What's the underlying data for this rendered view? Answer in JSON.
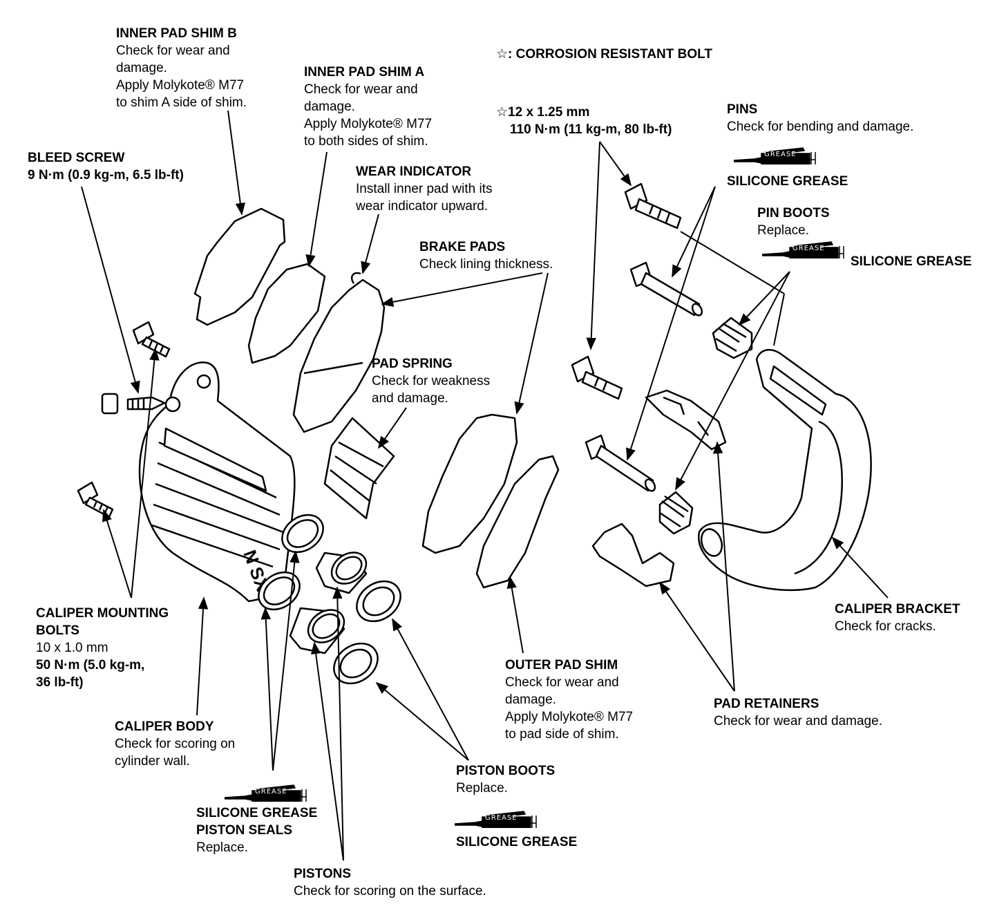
{
  "legend": {
    "symbol": "☆",
    "text": ": CORROSION RESISTANT BOLT"
  },
  "grease_tag": "GREASE",
  "labels": {
    "inner_pad_shim_b": {
      "title": "INNER PAD SHIM B",
      "lines": [
        "Check for wear and",
        "damage.",
        "Apply Molykote® M77",
        "to shim A side of shim."
      ]
    },
    "inner_pad_shim_a": {
      "title": "INNER PAD SHIM A",
      "lines": [
        "Check for wear and",
        "damage.",
        "Apply Molykote® M77",
        "to both sides of shim."
      ]
    },
    "bleed_screw": {
      "title": "BLEED SCREW",
      "lines": [
        "9 N·m (0.9 kg-m, 6.5 lb-ft)"
      ]
    },
    "wear_indicator": {
      "title": "WEAR INDICATOR",
      "lines": [
        "Install inner pad with its",
        "wear indicator upward."
      ]
    },
    "brake_pads": {
      "title": "BRAKE PADS",
      "lines": [
        "Check lining thickness."
      ]
    },
    "pad_spring": {
      "title": "PAD SPRING",
      "lines": [
        "Check for weakness",
        "and damage."
      ]
    },
    "bolt_spec": {
      "title": "☆12 x 1.25 mm",
      "lines": [
        "110 N·m (11 kg-m, 80 lb-ft)"
      ]
    },
    "pins": {
      "title": "PINS",
      "lines": [
        "Check for bending and damage."
      ]
    },
    "silicone_grease_pins": {
      "title": "SILICONE GREASE",
      "lines": []
    },
    "pin_boots": {
      "title": "PIN BOOTS",
      "lines": [
        "Replace."
      ]
    },
    "silicone_grease_boots": {
      "title": "SILICONE GREASE",
      "lines": []
    },
    "caliper_mounting_bolts": {
      "title": "CALIPER MOUNTING",
      "lines": [
        "BOLTS",
        "10 x 1.0 mm",
        "50 N·m (5.0 kg-m,",
        "36 lb-ft)"
      ]
    },
    "caliper_body": {
      "title": "CALIPER BODY",
      "lines": [
        "Check for scoring on",
        "cylinder wall."
      ]
    },
    "silicone_grease_seals": {
      "title": "SILICONE GREASE",
      "lines": []
    },
    "piston_seals": {
      "title": "PISTON SEALS",
      "lines": [
        "Replace."
      ]
    },
    "pistons": {
      "title": "PISTONS",
      "lines": [
        "Check for scoring on the surface."
      ]
    },
    "piston_boots": {
      "title": "PISTON BOOTS",
      "lines": [
        "Replace."
      ]
    },
    "silicone_grease_piston_boots": {
      "title": "SILICONE GREASE",
      "lines": []
    },
    "outer_pad_shim": {
      "title": "OUTER PAD SHIM",
      "lines": [
        "Check for wear and",
        "damage.",
        "Apply Molykote® M77",
        "to pad side of shim."
      ]
    },
    "pad_retainers": {
      "title": "PAD RETAINERS",
      "lines": [
        "Check for wear and damage."
      ]
    },
    "caliper_bracket": {
      "title": "CALIPER BRACKET",
      "lines": [
        "Check for cracks."
      ]
    }
  },
  "caliper_stamp": "N SX"
}
